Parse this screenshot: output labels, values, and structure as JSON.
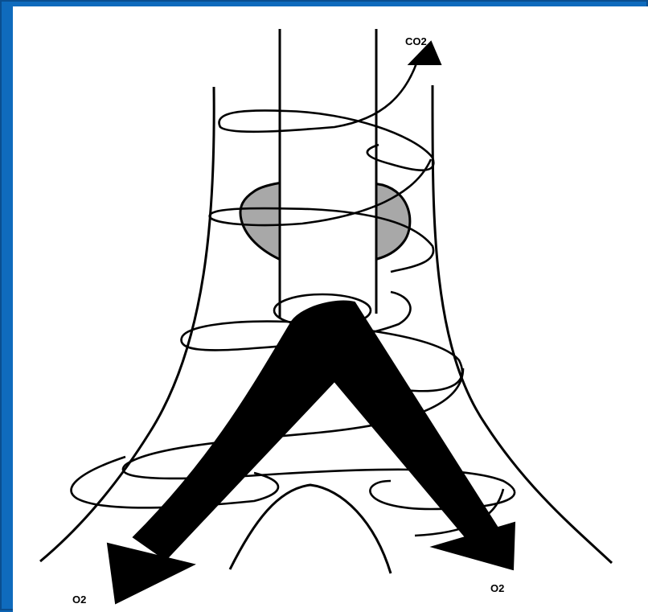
{
  "labels": {
    "co2": "CO2",
    "o2_left": "O2",
    "o2_right": "O2"
  },
  "colors": {
    "frame": "#0f6bbd",
    "panel": "#ffffff",
    "ink": "#000000",
    "obstruction": "#a8a8a8"
  }
}
